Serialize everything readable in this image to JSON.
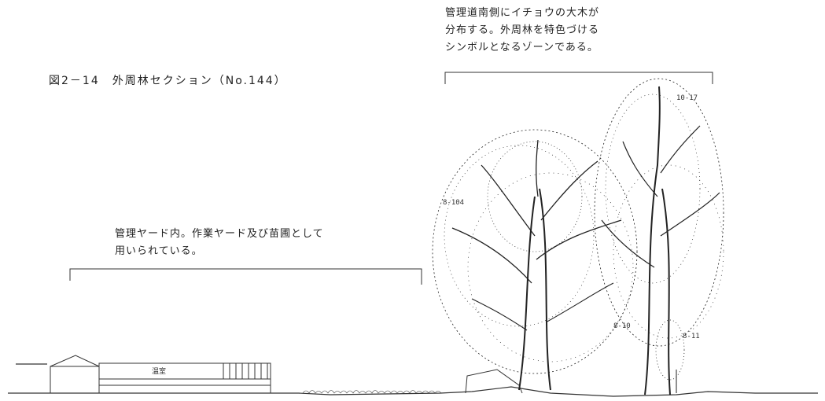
{
  "figure": {
    "title": "図2－14　外周林セクション（No.144）"
  },
  "zones": {
    "right": {
      "line1": "管理道南側にイチョウの大木が",
      "line2": "分布する。外周林を特色づける",
      "line3": "シンボルとなるゾーンである。"
    },
    "left": {
      "line1": "管理ヤード内。作業ヤード及び苗圃として",
      "line2": "用いられている。"
    }
  },
  "tree_tags": {
    "left_tree_top": "8-104",
    "left_tree_mid": "8-10",
    "right_tree_top": "10-17",
    "right_tree_low": "8-11"
  },
  "building": {
    "label": "温室"
  }
}
